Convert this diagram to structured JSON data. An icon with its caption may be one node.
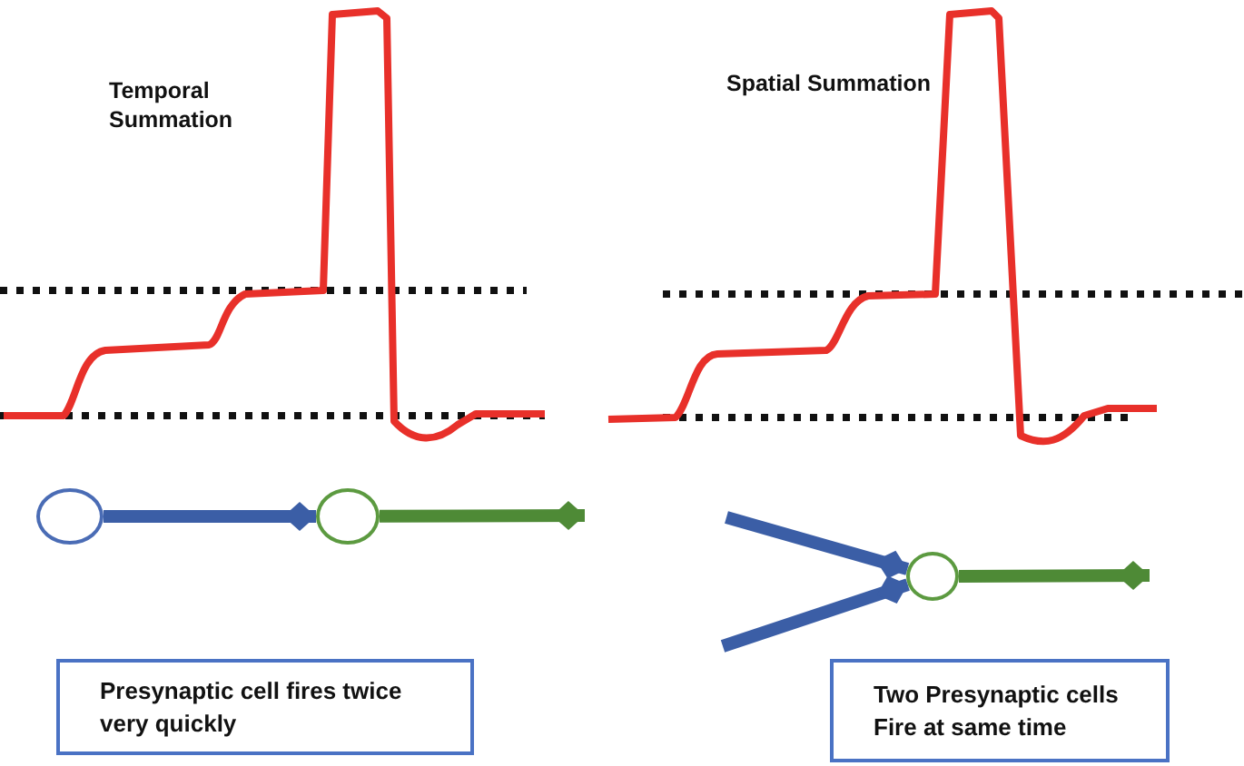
{
  "diagram": {
    "nodes": [
      {
        "text": [
          "Presynaptic cell fires twice very quickly"
        ]
      },
      {
        "text": [
          "Two Presynaptic cells Fire at same time"
        ]
      },
      {
        "text": [],
        "shape": "circle"
      },
      {
        "text": [],
        "shape": "circle"
      },
      {
        "text": [],
        "shape": "circle"
      }
    ],
    "edges": [
      {
        "from": 2,
        "to": 3,
        "arrow": "other"
      },
      {
        "from": 3,
        "to": null,
        "arrow": "other",
        "color": "#4e8a36"
      },
      {
        "from": null,
        "to": 4,
        "arrow": "other"
      },
      {
        "from": null,
        "to": 4,
        "arrow": "other"
      },
      {
        "from": 4,
        "to": null,
        "arrow": "other",
        "color": "#4e8a36"
      }
    ],
    "labels": [
      "Temporal Summation",
      "Spatial Summation"
    ]
  }
}
